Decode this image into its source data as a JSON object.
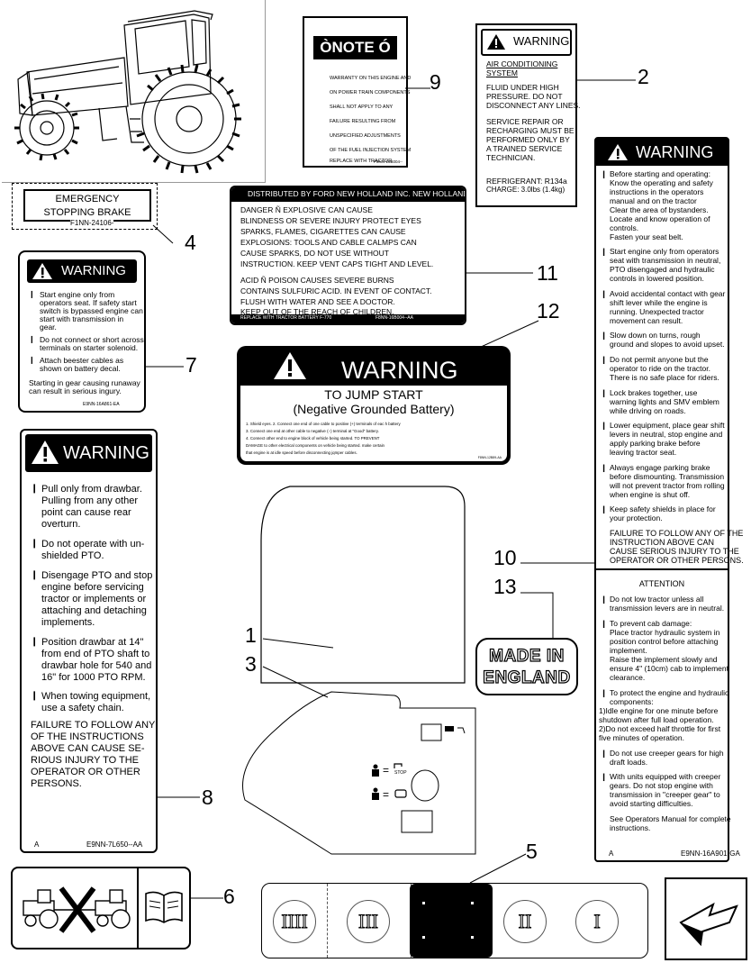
{
  "callouts": {
    "n1": "1",
    "n2": "2",
    "n3": "3",
    "n4": "4",
    "n5": "5",
    "n6": "6",
    "n7": "7",
    "n8": "8",
    "n9": "9",
    "n10": "10",
    "n11": "11",
    "n12": "12",
    "n13": "13"
  },
  "decal_note": {
    "title": "ÒNOTE Ó",
    "lines": [
      "WARRANTY ON THIS ENGINE AND",
      "ON POWER TRAIN COMPONENTS",
      "SHALL NOT APPLY TO ANY",
      "FAILURE RESULTING FROM",
      "UNSPECIFIED ADJUSTMENTS",
      "OF THE FUEL INJECTION SYSTEM",
      "REPLACE WITH TRACTOR"
    ],
    "part": "F8NN-16B004--"
  },
  "decal_ac": {
    "header": "WARNING",
    "l1": "AIR CONDITIONING",
    "l2": "SYSTEM",
    "l3": "FLUID UNDER HIGH",
    "l4": "PRESSURE. DO NOT",
    "l5": "DISCONNECT ANY LINES.",
    "l6": "SERVICE REPAIR OR",
    "l7": "RECHARGING MUST BE",
    "l8": "PERFORMED ONLY BY",
    "l9": "A TRAINED SERVICE",
    "l10": "TECHNICIAN.",
    "l11": "REFRIGERANT: R134a",
    "l12": "CHARGE: 3.0lbs (1.4kg)"
  },
  "decal_emergency": {
    "l1": "EMERGENCY",
    "l2": "STOPPING BRAKE",
    "part": "F1NN-24106-"
  },
  "decal_battery": {
    "header": "DISTRIBUTED BY FORD NEW HOLLAND INC. NEW HOLLAND, P",
    "lines": [
      "DANGER Ñ EXPLOSIVE CAN CAUSE",
      "BLINDNESS OR SEVERE INJURY PROTECT EYES",
      "SPARKS, FLAMES, CIGARETTES CAN CAUSE",
      "EXPLOSIONS: TOOLS AND CABLE CALMPS CAN",
      "CAUSE SPARKS, DO NOT USE WITHOUT",
      "INSTRUCTION. KEEP VENT CAPS TIGHT AND LEVEL.",
      "",
      "ACID Ñ POISON CAUSES SEVERE BURNS",
      "CONTAINS SULFURIC ACID. IN EVENT OF CONTACT.",
      "FLUSH WITH WATER AND SEE A DOCTOR.",
      "KEEP OUT OF THE REACH OF CHILDREN."
    ],
    "footer_left": "REPLACE WITH TRACTOR BATTERY F-770",
    "footer_right": "F8NN-16B004--AA"
  },
  "decal_starter": {
    "header": "WARNING",
    "b1": [
      "Start engine only from",
      "operators seat. If safety start",
      "switch is bypassed engine can",
      "start with transmission in",
      "gear."
    ],
    "b2": [
      "Do not connect or short across",
      "terminals  on starter solenoid."
    ],
    "b3": [
      "Attach beester cables as",
      "shown on battery decal."
    ],
    "b4": [
      "Starting in gear causing runaway",
      "can result in serious ingury."
    ],
    "part": "E9NN-16A861-EA"
  },
  "decal_jump": {
    "header": "WARNING",
    "title": "TO JUMP START",
    "subtitle": "(Negative Grounded Battery)",
    "fine": [
      "1. Shield eyes. 2. Connect one end of one cable to positive (+) terminals of eac                      h battery",
      "3. Connect one end at other cable to negative (−) terminal at \"Good\" battery.",
      "4. Connect other end to engine block of vehicle being started. TO PREVENT",
      "DAMAGE to other electrical components on vehicle being started. make certain",
      "that engine is at idle speed before disconnecting jqmper cables."
    ],
    "part": "F8NN-12B89-AA"
  },
  "decal_drawbar": {
    "header": "WARNING",
    "b1": [
      "Pull only from drawbar.",
      "Pulling from any other",
      "point can cause rear",
      "overturn."
    ],
    "b2": [
      "Do not operate with un-",
      "shielded PTO."
    ],
    "b3": [
      "Disengage PTO and stop",
      "engine before servicing",
      "tractor or implements or",
      "attaching and detaching",
      "implements."
    ],
    "b4": [
      "Position drawbar at 14\"",
      "from end of PTO shaft to",
      "drawbar hole for 540 and",
      "16\" for 1000 PTO RPM."
    ],
    "b5": [
      "When towing equipment,",
      "use a safety chain."
    ],
    "failure": [
      "FAILURE TO FOLLOW ANY",
      "OF THE INSTRUCTIONS",
      "ABOVE CAN CAUSE SE-",
      "RIOUS INJURY TO THE",
      "OPERATOR OR OTHER",
      "PERSONS."
    ],
    "left": "A",
    "part": "E9NN-7L650--AA"
  },
  "decal_big": {
    "header": "WARNING",
    "b1": [
      "Before starting and operating:",
      "Know the operating and safety",
      "instructions in the operators",
      "manual and on the tractor",
      "Clear the area of bystanders.",
      "Locate and know operation of",
      "controls.",
      "Fasten your seat belt."
    ],
    "b2": [
      "Start engine only from operators",
      "seat with transmission in neutral,",
      "PTO disengaged and hydraulic",
      "controls in lowered position."
    ],
    "b3": [
      "Avoid accidental contact with gear",
      "shift lever while the engine is",
      "running. Unexpected tractor",
      "movement can result."
    ],
    "b4": [
      "Slow down on turns, rough",
      "ground and slopes to avoid upset."
    ],
    "b5": [
      "Do not permit anyone but the",
      "operator to ride on the tractor.",
      "There is no safe place for riders."
    ],
    "b6": [
      "Lock brakes together, use",
      "warning lights and SMV emblem",
      "while driving on roads."
    ],
    "b7": [
      "Lower equipment, place gear shift",
      "levers in neutral, stop engine and",
      "apply parking brake before",
      "leaving tractor seat."
    ],
    "b8": [
      "Always engage parking brake",
      "before dismounting. Transmission",
      "will not prevent tractor from rolling",
      "when engine is shut off."
    ],
    "b9": [
      "Keep safety shields in place for",
      "your protection."
    ],
    "failure": [
      "FAILURE TO FOLLOW ANY OF THE",
      "INSTRUCTION ABOVE CAN",
      "CAUSE SERIOUS INJURY TO THE",
      "OPERATOR OR OTHER PERSONS."
    ],
    "attention": "ATTENTION",
    "c1": [
      "Do not low tractor unless all",
      "transmission levers are in neutral."
    ],
    "c2": [
      "To prevent cab damage:",
      "Place tractor hydraulic system in",
      "position control before attaching",
      "implement.",
      "Raise the implement slowly and",
      "ensure 4\" (10cm) cab to implement",
      "clearance."
    ],
    "c3": [
      "To protect the engine and hydraulic",
      "components:"
    ],
    "c3a": [
      "1)Idle engine for one minute before",
      "   shutdown after full load operation.",
      "2)Do not exceed half throttle for first",
      "   five minutes of operation."
    ],
    "c4": [
      "Do not use creeper gears for high",
      "draft loads."
    ],
    "c5": [
      "With units equipped with creeper",
      "gears. Do not stop engine with",
      "transmission in \"creeper gear\" to",
      "avoid starting difficulties."
    ],
    "c6": [
      "See Operators Manual for complete",
      "instructions."
    ],
    "left": "A",
    "part": "E9NN-16A901-GA"
  },
  "decal_made": {
    "l1": "MADE IN",
    "l2": "ENGLAND"
  },
  "decal_panel": {
    "stop": "STOP"
  },
  "decal_gears": {
    "g4": "IIII",
    "g3": "III",
    "g2": "II",
    "g1": "I"
  }
}
